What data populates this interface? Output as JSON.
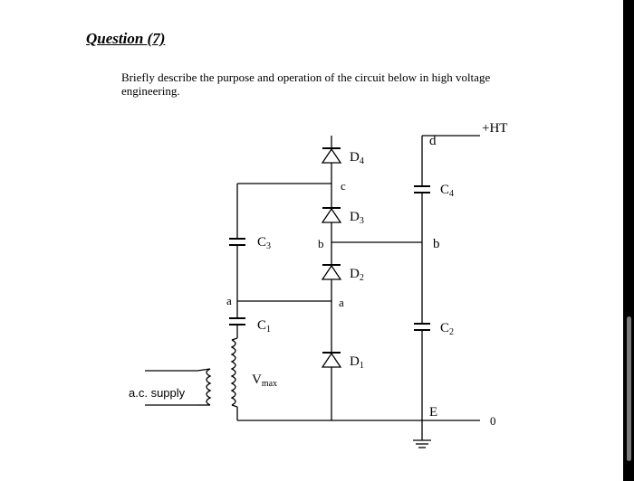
{
  "question": {
    "title": "Question (7)",
    "text": "Briefly describe the purpose and operation of the circuit below in high voltage engineering."
  },
  "circuit": {
    "labels": {
      "HT": "+HT",
      "d": "d",
      "c": "c",
      "b_left": "b",
      "b_right": "b",
      "a_left": "a",
      "a_mid": "a",
      "E": "E",
      "zero": "0",
      "ac_supply": "a.c. supply"
    },
    "diodes": [
      {
        "letter": "D",
        "sub": "4"
      },
      {
        "letter": "D",
        "sub": "3"
      },
      {
        "letter": "D",
        "sub": "2"
      },
      {
        "letter": "D",
        "sub": "1"
      }
    ],
    "capacitors": [
      {
        "letter": "C",
        "sub": "4"
      },
      {
        "letter": "C",
        "sub": "3"
      },
      {
        "letter": "C",
        "sub": "1"
      },
      {
        "letter": "C",
        "sub": "2"
      }
    ],
    "vmax": {
      "letter": "V",
      "sub": "max"
    }
  }
}
